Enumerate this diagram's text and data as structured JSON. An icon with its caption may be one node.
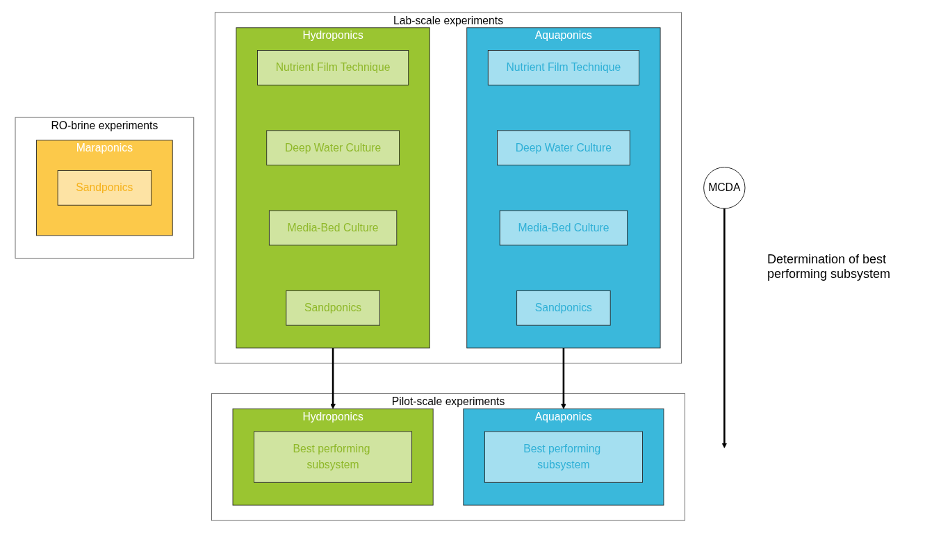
{
  "diagram": {
    "nodes": [
      {
        "text": [
          "Lab-scale experiments"
        ]
      },
      {
        "text": [
          "Hydroponics"
        ],
        "in": 0
      },
      {
        "text": [
          "Nutrient Film Technique"
        ],
        "in": 1
      },
      {
        "text": [
          "Deep Water Culture"
        ],
        "in": 1
      },
      {
        "text": [
          "Media-Bed Culture"
        ],
        "in": 1
      },
      {
        "text": [
          "Sandponics"
        ],
        "in": 1
      },
      {
        "text": [
          "Aquaponics"
        ],
        "in": 0
      },
      {
        "text": [
          "Nutrient Film Technique"
        ],
        "in": 6
      },
      {
        "text": [
          "Deep Water Culture"
        ],
        "in": 6
      },
      {
        "text": [
          "Media-Bed Culture"
        ],
        "in": 6
      },
      {
        "text": [
          "Sandponics"
        ],
        "in": 6
      },
      {
        "text": [
          "RO-brine experiments"
        ]
      },
      {
        "text": [
          "Maraponics"
        ],
        "in": 11
      },
      {
        "text": [
          "Sandponics"
        ],
        "in": 12
      },
      {
        "text": [
          "MCDA"
        ]
      },
      {
        "text": [
          "Pilot-scale experiments"
        ]
      },
      {
        "text": [
          "Hydroponics"
        ],
        "in": 15
      },
      {
        "text": [
          "Best performing subsystem"
        ],
        "in": 16
      },
      {
        "text": [
          "Aquaponics"
        ],
        "in": 15
      },
      {
        "text": [
          "Best performing subsystem"
        ],
        "in": 18
      }
    ],
    "edges": [
      {
        "from": 1,
        "to": 16,
        "arrow": "to"
      },
      {
        "from": 6,
        "to": 18,
        "arrow": "to"
      },
      {
        "from": 14,
        "to": null,
        "arrow": "to"
      }
    ],
    "labels": [
      "Determination of best performing subsystem"
    ]
  }
}
